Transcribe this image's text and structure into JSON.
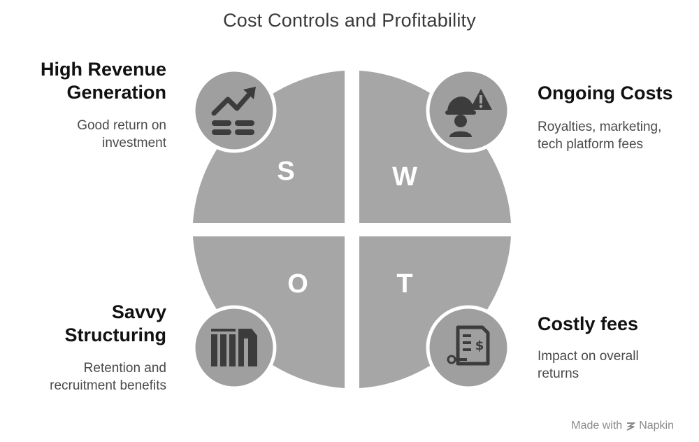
{
  "title": "Cost Controls and Profitability",
  "quadrants": {
    "s": {
      "letter": "S",
      "heading_line1": "High Revenue",
      "heading_line2": "Generation",
      "desc_line1": "Good return on",
      "desc_line2": "investment",
      "icon": "trend-up-icon"
    },
    "w": {
      "letter": "W",
      "heading_line1": "Ongoing Costs",
      "desc_line1": "Royalties, marketing,",
      "desc_line2": "tech platform fees",
      "icon": "worker-warning-icon"
    },
    "o": {
      "letter": "O",
      "heading_line1": "Savvy",
      "heading_line2": "Structuring",
      "desc_line1": "Retention and",
      "desc_line2": "recruitment benefits",
      "icon": "building-blocks-icon"
    },
    "t": {
      "letter": "T",
      "heading_line1": "Costly fees",
      "desc_line1": "Impact on overall",
      "desc_line2": "returns",
      "icon": "invoice-dollar-icon"
    }
  },
  "footer": {
    "made_with": "Made with",
    "brand": "Napkin"
  },
  "colors": {
    "petal": "#a6a6a6",
    "circle": "#9f9f9f",
    "icon": "#3c3c3c",
    "ring": "#ffffff"
  }
}
